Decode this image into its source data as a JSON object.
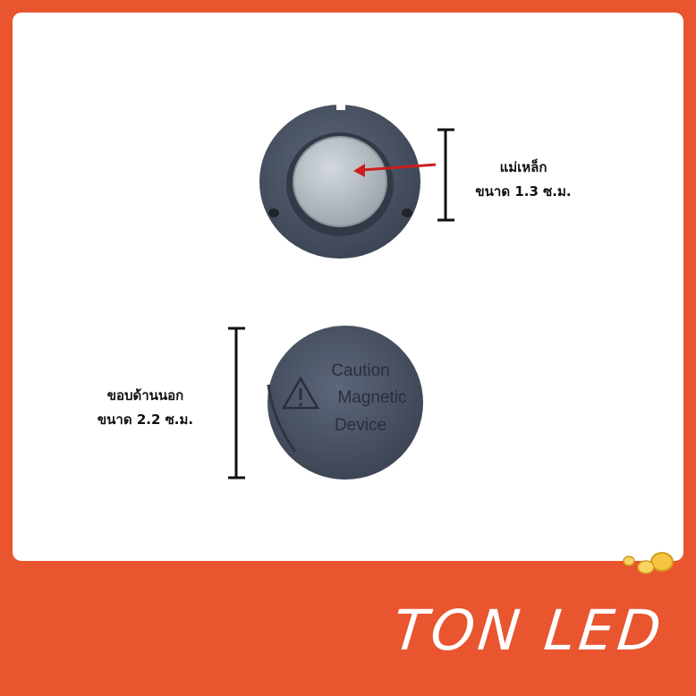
{
  "magnet_label": {
    "line1": "แม่เหล็ก",
    "line2": "ขนาด 1.3 ซ.ม."
  },
  "outer_label": {
    "line1": "ขอบด้านนอก",
    "line2": "ขนาด 2.2 ซ.ม."
  },
  "device_text": {
    "line1": "Caution",
    "line2": "Magnetic",
    "line3": "Device"
  },
  "brand": "TON LED",
  "colors": {
    "frame": "#e8552f",
    "arrow": "#cc1e1e",
    "cap": "#4c5566",
    "magnet": "#b9c1c8"
  }
}
